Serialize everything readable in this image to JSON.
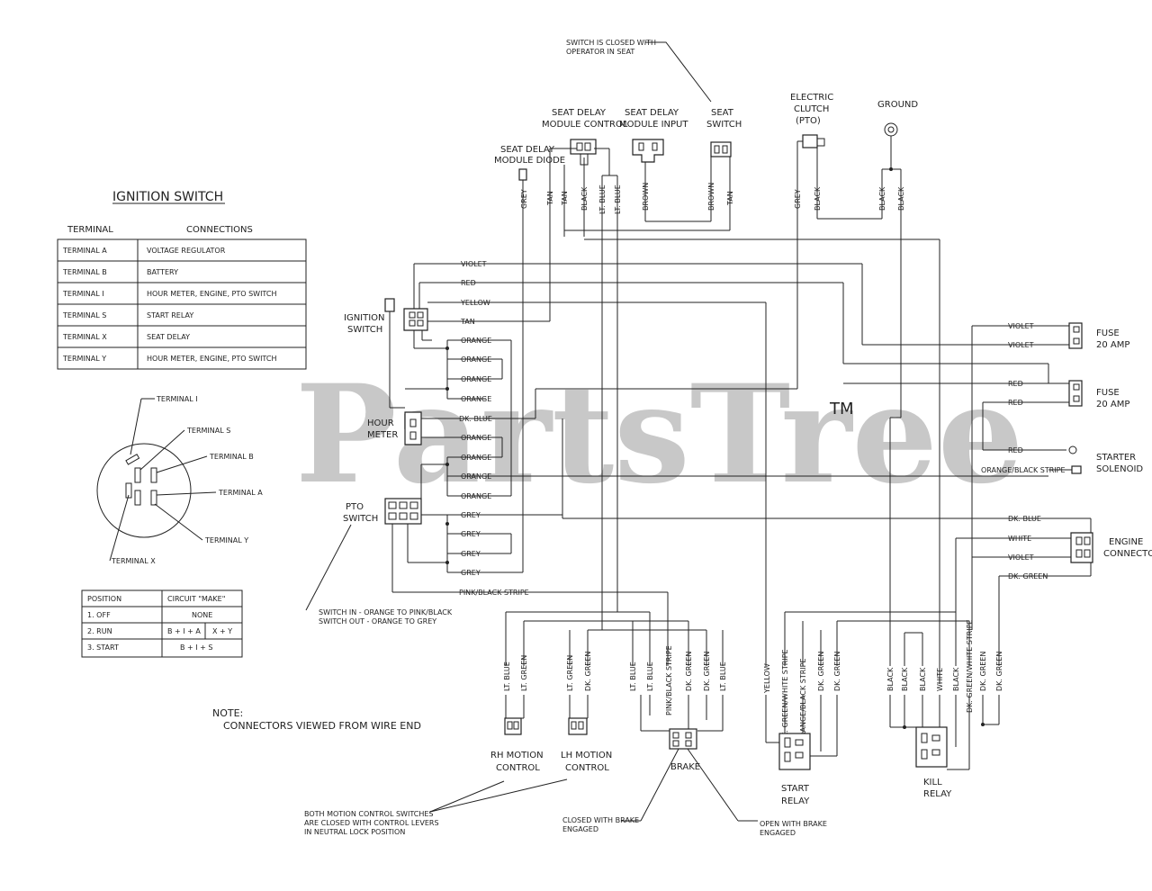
{
  "watermark": {
    "text": "PartsTree",
    "tm": "TM"
  },
  "ignition_table": {
    "title": "IGNITION SWITCH",
    "col_terminal": "TERMINAL",
    "col_connections": "CONNECTIONS",
    "rows": [
      {
        "terminal": "TERMINAL  A",
        "connection": "VOLTAGE REGULATOR"
      },
      {
        "terminal": "TERMINAL  B",
        "connection": "BATTERY"
      },
      {
        "terminal": "TERMINAL  I",
        "connection": "HOUR METER, ENGINE, PTO SWITCH"
      },
      {
        "terminal": "TERMINAL  S",
        "connection": "START RELAY"
      },
      {
        "terminal": "TERMINAL  X",
        "connection": "SEAT DELAY"
      },
      {
        "terminal": "TERMINAL  Y",
        "connection": "HOUR METER, ENGINE, PTO SWITCH"
      }
    ]
  },
  "switch_terminals": {
    "i": "TERMINAL I",
    "s": "TERMINAL S",
    "b": "TERMINAL B",
    "a": "TERMINAL A",
    "y": "TERMINAL Y",
    "x": "TERMINAL X"
  },
  "position_table": {
    "col_position": "POSITION",
    "col_circuit": "CIRCUIT \"MAKE\"",
    "rows": [
      {
        "pos": "1. OFF",
        "a": "NONE",
        "b": ""
      },
      {
        "pos": "2. RUN",
        "a": "B + I + A",
        "b": "X + Y"
      },
      {
        "pos": "3. START",
        "a": "B + I + S",
        "b": ""
      }
    ]
  },
  "note": {
    "line1": "NOTE:",
    "line2": "CONNECTORS VIEWED FROM WIRE END"
  },
  "components": {
    "seat_switch_note1": "SWITCH IS CLOSED WITH",
    "seat_switch_note2": "OPERATOR IN SEAT",
    "sdm_control1": "SEAT DELAY",
    "sdm_control2": "MODULE CONTROL",
    "sdm_input1": "SEAT DELAY",
    "sdm_input2": "MODULE INPUT",
    "seat_switch1": "SEAT",
    "seat_switch2": "SWITCH",
    "sdm_diode1": "SEAT DELAY",
    "sdm_diode2": "MODULE DIODE",
    "clutch1": "ELECTRIC",
    "clutch2": "CLUTCH",
    "clutch3": "(PTO)",
    "ground": "GROUND",
    "ignition1": "IGNITION",
    "ignition2": "SWITCH",
    "hour1": "HOUR",
    "hour2": "METER",
    "pto1": "PTO",
    "pto2": "SWITCH",
    "pto_note1": "SWITCH IN - ORANGE TO PINK/BLACK",
    "pto_note2": "SWITCH OUT - ORANGE TO GREY",
    "fuse1a": "FUSE",
    "fuse1b": "20 AMP",
    "fuse2a": "FUSE",
    "fuse2b": "20 AMP",
    "starter1": "STARTER",
    "starter2": "SOLENOID",
    "engine1": "ENGINE",
    "engine2": "CONNECTOR",
    "rh1": "RH MOTION",
    "rh2": "CONTROL",
    "lh1": "LH MOTION",
    "lh2": "CONTROL",
    "brake": "BRAKE",
    "start1": "START",
    "start2": "RELAY",
    "kill1": "KILL",
    "kill2": "RELAY",
    "motion_note1": "BOTH MOTION CONTROL SWITCHES",
    "motion_note2": "ARE CLOSED WITH CONTROL LEVERS",
    "motion_note3": "IN NEUTRAL LOCK POSITION",
    "brake_closed1": "CLOSED WITH BRAKE",
    "brake_closed2": "ENGAGED",
    "brake_open1": "OPEN WITH BRAKE",
    "brake_open2": "ENGAGED"
  },
  "wire_labels": {
    "grey": "GREY",
    "tan": "TAN",
    "black": "BLACK",
    "lt_blue": "LT. BLUE",
    "brown": "BROWN",
    "violet": "VIOLET",
    "red": "RED",
    "yellow": "YELLOW",
    "orange": "ORANGE",
    "dk_blue": "DK. BLUE",
    "dk_green": "DK. GREEN",
    "white": "WHITE",
    "pink_black": "PINK/BLACK STRIPE",
    "orange_black": "ORANGE/BLACK STRIPE",
    "dk_green_white": "DK. GREEN/WHITE STRIPE",
    "lt_green": "LT. GREEN"
  }
}
